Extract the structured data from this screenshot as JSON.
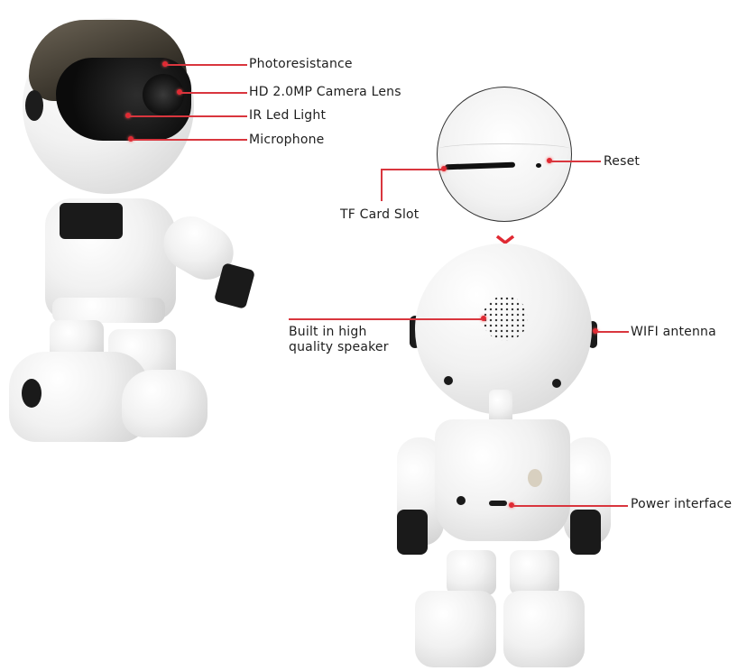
{
  "figure": {
    "left_view": {
      "callouts": [
        {
          "id": "photoresistance",
          "label": "Photoresistance"
        },
        {
          "id": "camera-lens",
          "label": "HD 2.0MP Camera Lens"
        },
        {
          "id": "ir-led",
          "label": "IR Led Light"
        },
        {
          "id": "microphone",
          "label": "Microphone"
        }
      ]
    },
    "detail_view": {
      "callouts": [
        {
          "id": "reset",
          "label": "Reset"
        },
        {
          "id": "tf-card-slot",
          "label": "TF Card Slot"
        }
      ]
    },
    "back_view": {
      "callouts": [
        {
          "id": "speaker",
          "label_line1": "Built in high",
          "label_line2": "quality speaker"
        },
        {
          "id": "wifi-antenna",
          "label": "WIFI antenna"
        },
        {
          "id": "power-interface",
          "label": "Power interface"
        }
      ]
    },
    "colors": {
      "callout_line": "#d9363e",
      "callout_dot": "#e02a33",
      "text": "#1e1e1e",
      "background": "#ffffff"
    }
  }
}
